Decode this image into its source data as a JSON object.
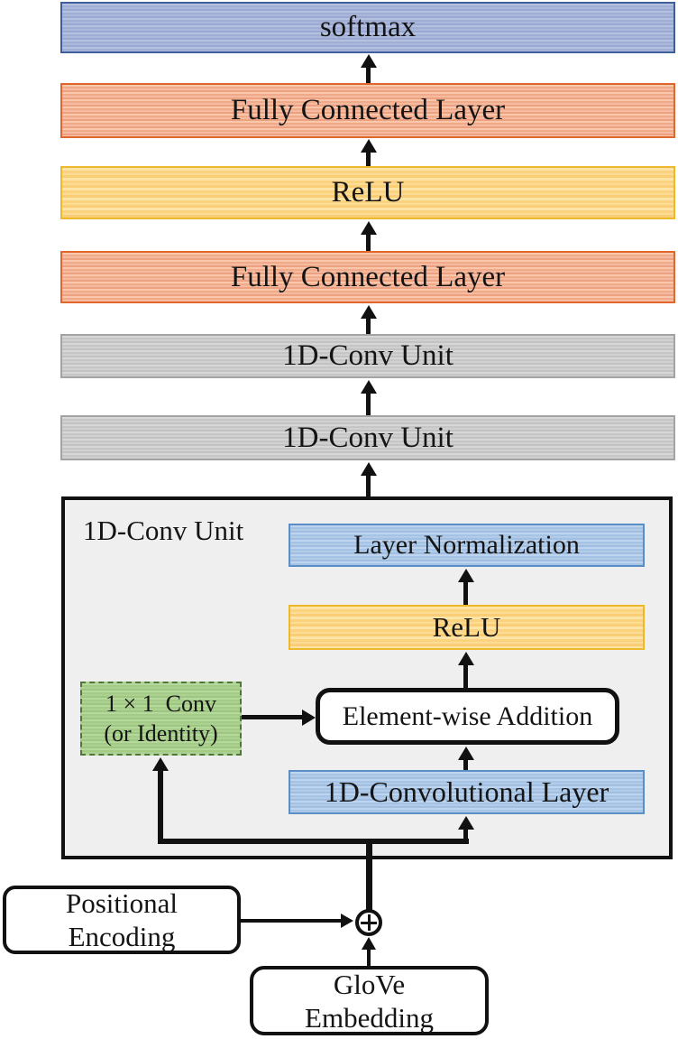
{
  "figure": {
    "stack": [
      {
        "label": "softmax"
      },
      {
        "label": "Fully Connected Layer"
      },
      {
        "label": "ReLU"
      },
      {
        "label": "Fully Connected Layer"
      },
      {
        "label": "1D-Conv Unit"
      },
      {
        "label": "1D-Conv Unit"
      }
    ],
    "detail_box": {
      "title": "1D-Conv Unit",
      "layer_norm_label": "Layer Normalization",
      "relu_label": "ReLU",
      "elementwise_label": "Element-wise Addition",
      "shortcut_line1": "1 × 1  Conv",
      "shortcut_line2": "(or Identity)",
      "conv_layer_label": "1D-Convolutional Layer"
    },
    "inputs": {
      "positional_line1": "Positional",
      "positional_line2": "Encoding",
      "glove_line1": "GloVe",
      "glove_line2": "Embedding"
    },
    "icons": {
      "merge_icon": "circle-plus"
    },
    "colors": {
      "softmax_fill": "#a9b6d9",
      "softmax_border": "#3f5e9c",
      "fc_fill": "#f3b094",
      "fc_border": "#e0662c",
      "relu_fill": "#fbd689",
      "relu_border": "#eeb82c",
      "conv_unit_fill": "#cccccc",
      "conv_unit_border": "#a3a3a3",
      "inner_blue_fill": "#aecbe9",
      "inner_blue_border": "#5b8ec4",
      "shortcut_fill": "#a9d08e",
      "shortcut_border": "#4e7837",
      "detail_box_fill": "#f0eff0",
      "line_color": "#111111"
    }
  }
}
